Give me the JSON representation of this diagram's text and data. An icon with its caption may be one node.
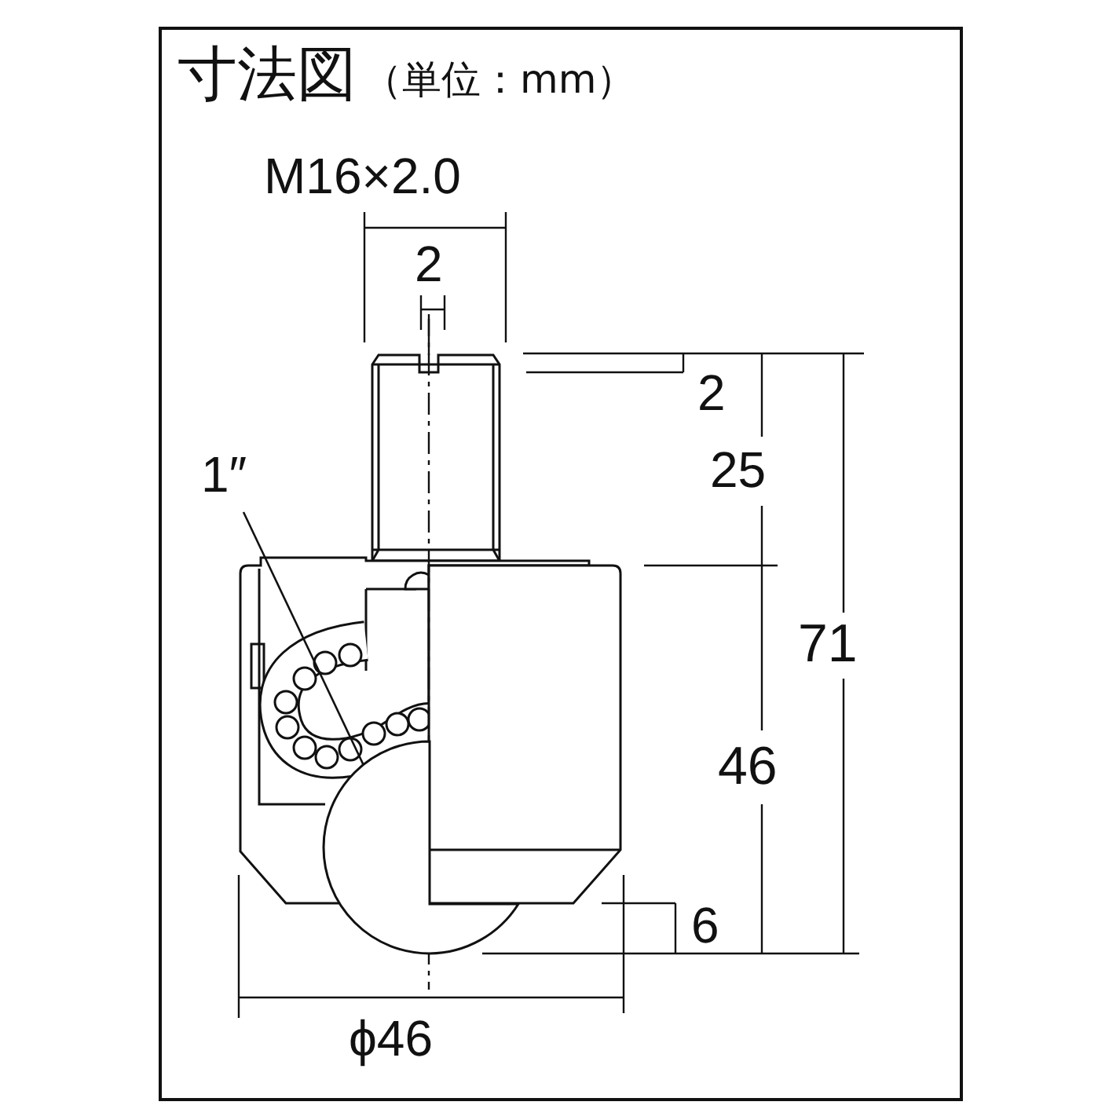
{
  "diagram": {
    "title": "寸法図",
    "nodes": [
      {
        "text": [
          "1″"
        ]
      },
      {
        "text": [],
        "shape": "circle"
      }
    ],
    "edges": [
      {
        "from": 0,
        "to": 1,
        "arrow": "none"
      }
    ],
    "labels": [
      "（単位：mm）",
      "M16×2.0",
      "2",
      "2",
      "25",
      "71",
      "46",
      "6",
      "ϕ46"
    ]
  }
}
